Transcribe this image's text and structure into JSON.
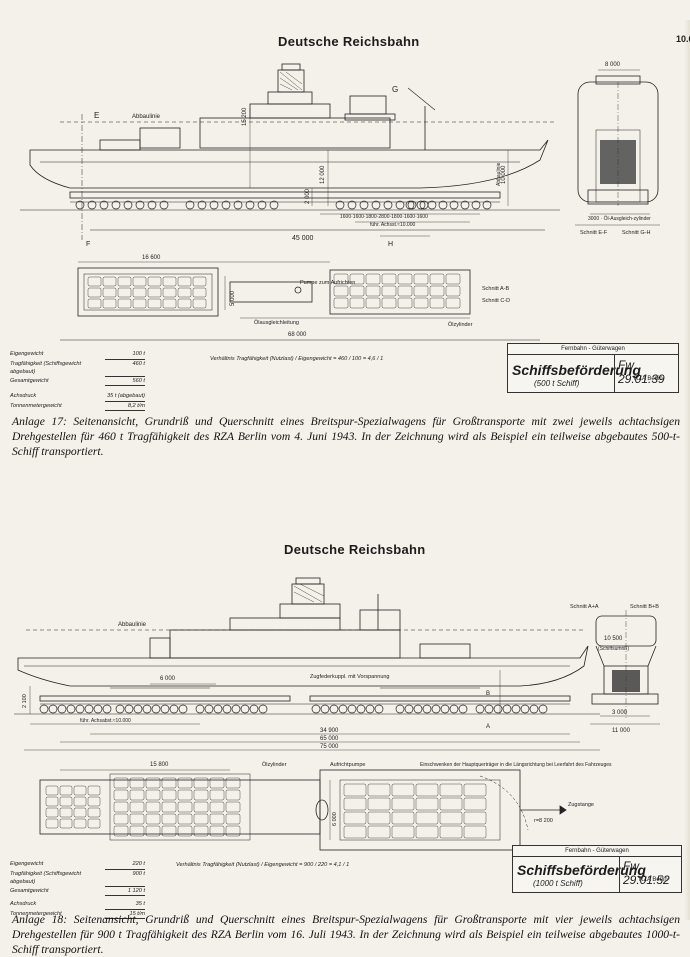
{
  "page_number": "10.6",
  "drawing1": {
    "title": "Deutsche Reichsbahn",
    "labels": {
      "abbaulinie": "Abbaulinie",
      "e": "E",
      "f": "F",
      "g": "G",
      "h": "H",
      "d15200": "15 200",
      "d12000": "12 000",
      "d10000": "10 000",
      "d2000": "2 000",
      "d45000": "45 000",
      "d16600": "16 600",
      "d5000": "5 000",
      "d68000": "68 000",
      "d8000": "8 000",
      "axles": "1600·1600·1800·2800·1800·1600·1600",
      "fuhr": "führ. Achsst.≈10.000",
      "pumpe": "Pumpe zum Aufrichten",
      "olausgleich": "Ölausgleichleitung",
      "olzylinder": "Ölzylinder",
      "schnitt_ab": "Schnitt A-B",
      "schnitt_cd": "Schnitt C-D",
      "schnitt_ef": "Schnitt E-F",
      "schnitt_gh": "Schnitt G-H",
      "ausgleich": "3000 · Öl-Ausgleich-zylinder",
      "abbau_right": "Abbaulinie"
    },
    "stats": [
      {
        "label": "Eigengewicht",
        "value": "100 t"
      },
      {
        "label": "Tragfähigkeit (Schiffsgewicht abgebaut)",
        "value": "460 t"
      },
      {
        "label": "Gesamtgewicht",
        "value": "560 t"
      },
      {
        "label": "Achsdruck",
        "value": "35 t (abgebaut)"
      },
      {
        "label": "Tonnenmetergewicht",
        "value": "8,2 t/m"
      }
    ],
    "ratio": "Verhältnis Tragfähigkeit (Nutzlast) / Eigengewicht = 460 / 100 = 4,6 / 1",
    "stamp": {
      "header": "Fernbahn - Güterwagen",
      "title": "Schiffsbeförderung",
      "subtitle": "(500 t Schiff)",
      "number": "Fw 29.01.39",
      "rza": "RZA Berlin"
    }
  },
  "caption1": "Anlage 17: Seitenansicht, Grundriß und Querschnitt eines Breitspur-Spezialwagens für Großtransporte mit zwei jeweils achtachsigen Drehgestellen für 460 t Tragfähigkeit des RZA Berlin vom 4. Juni 1943. In der Zeichnung wird als Beispiel ein teilweise abgebautes 500-t-Schiff transportiert.",
  "drawing2": {
    "title": "Deutsche Reichsbahn",
    "labels": {
      "abbaulinie": "Abbaulinie",
      "schnitt_ab": "Schnitt A+A",
      "schnitt_bb": "Schnitt B+B",
      "d10500": "10 500",
      "schiffsumriss": "(Schiffsumriß)",
      "d6000": "6 000",
      "zugfeder": "Zugfederkuppl. mit Vorspannung",
      "d2100": "2 100",
      "fuhr": "führ. Achsabst.≈10.000",
      "a": "A",
      "b": "B",
      "d34900": "34 900",
      "d65000": "65 000",
      "d75000": "75 000",
      "d3000": "3 000",
      "d11000": "11 000",
      "d15800": "15 800",
      "olzylinder": "Ölzylinder",
      "aufrichtpumpe": "Aufrichtpumpe",
      "einschwenken": "Einschwenken der Hauptquerträger in die Längsrichtung bei Leerfahrt des Fahrzeuges",
      "zugstange": "Zugstange",
      "r8200": "r=8 200",
      "d6000b": "6 000"
    },
    "stats": [
      {
        "label": "Eigengewicht",
        "value": "220 t"
      },
      {
        "label": "Tragfähigkeit (Schiffsgewicht abgebaut)",
        "value": "900 t"
      },
      {
        "label": "Gesamtgewicht",
        "value": "1 120 t"
      },
      {
        "label": "Achsdruck",
        "value": "35 t"
      },
      {
        "label": "Tonnenmetergewicht",
        "value": "15 t/m"
      }
    ],
    "ratio": "Verhältnis Tragfähigkeit (Nutzlast) / Eigengewicht = 900 / 220 = 4,1 / 1",
    "stamp": {
      "header": "Fernbahn - Güterwagen",
      "title": "Schiffsbeförderung",
      "subtitle": "(1000 t Schiff)",
      "number": "Fw 29.01.52",
      "rza": "RZA Berlin"
    }
  },
  "caption2": "Anlage 18: Seitenansicht, Grundriß und Querschnitt eines Breitspur-Spezialwagens für Großtransporte mit vier jeweils achtachsigen Drehgestellen für 900 t Tragfähigkeit des RZA Berlin vom 16. Juli 1943. In der Zeichnung wird als Beispiel ein teilweise abgebautes 1000-t-Schiff transportiert.",
  "colors": {
    "paper": "#f4f1ea",
    "ink": "#1c1c1c"
  }
}
